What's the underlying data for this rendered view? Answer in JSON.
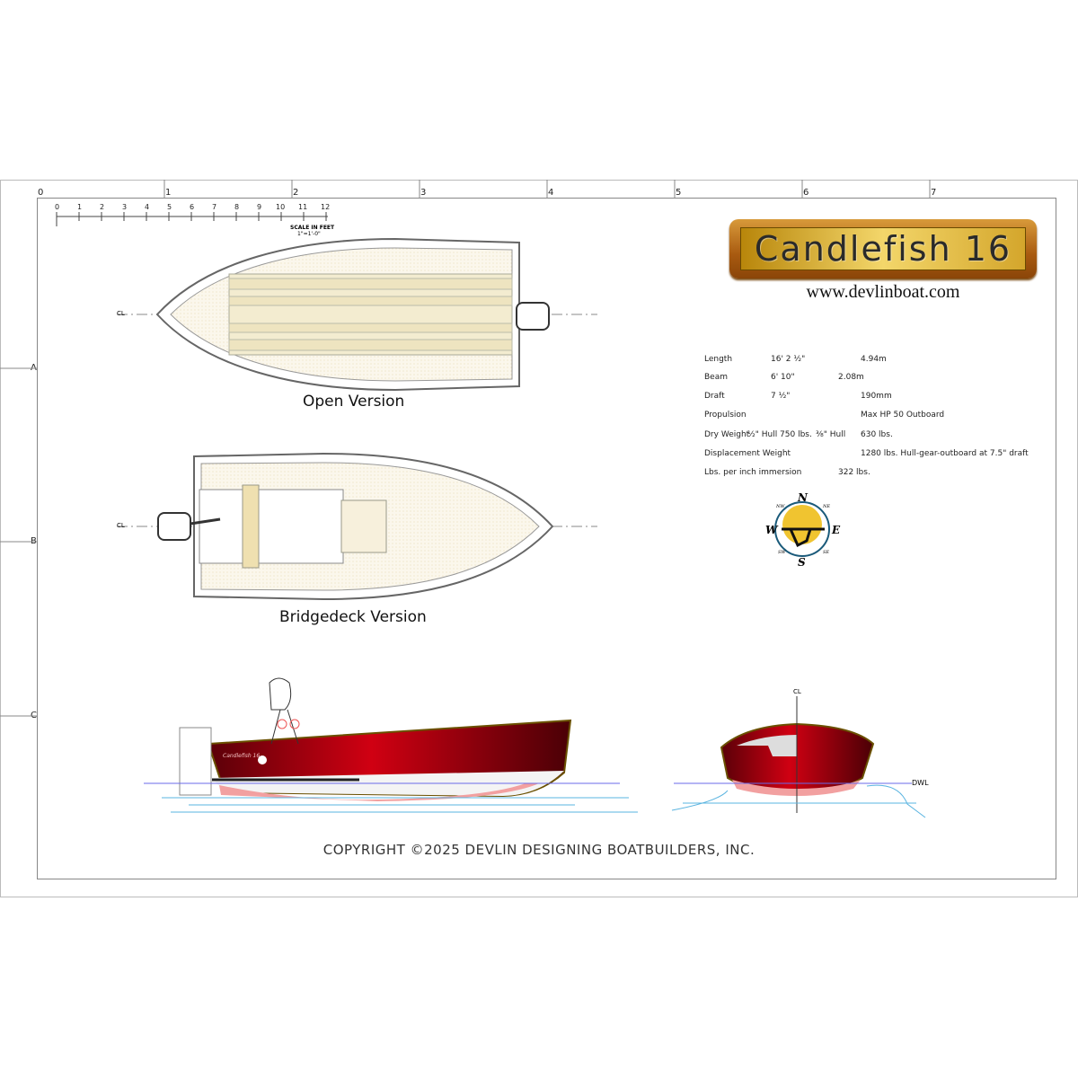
{
  "ruler_top": {
    "labels": [
      "0",
      "1",
      "2",
      "3",
      "4",
      "5",
      "6",
      "7"
    ]
  },
  "ruler_left": {
    "labels": [
      "A",
      "B",
      "C"
    ]
  },
  "scale": {
    "ticks": [
      "0",
      "1",
      "2",
      "3",
      "4",
      "5",
      "6",
      "7",
      "8",
      "9",
      "10",
      "11",
      "12"
    ],
    "title": "SCALE IN FEET",
    "ratio": "1\"=1'-0\""
  },
  "title": "Candlefish 16",
  "url": "www.devlinboat.com",
  "specs": [
    {
      "label": "Length",
      "imperial": "16' 2 ½\"",
      "metric": "4.94m"
    },
    {
      "label": "Beam",
      "imperial": "6' 10\"",
      "metric": "2.08m"
    },
    {
      "label": "Draft",
      "imperial": "7 ½\"",
      "metric": "190mm"
    },
    {
      "label": "Propulsion",
      "imperial": "",
      "metric": "Max HP 50 Outboard"
    },
    {
      "label": "Dry Weight",
      "imperial": "½\" Hull 750 lbs.",
      "mid": "⅜\" Hull",
      "metric": "630 lbs."
    },
    {
      "label": "Displacement Weight",
      "imperial": "",
      "metric": "1280 lbs. Hull-gear-outboard at 7.5\" draft"
    },
    {
      "label": "Lbs. per inch immersion",
      "imperial": "322 lbs.",
      "metric": ""
    }
  ],
  "compass": {
    "n": "N",
    "s": "S",
    "e": "E",
    "w": "W",
    "ne": "NE",
    "nw": "NW",
    "se": "SE",
    "sw": "SW"
  },
  "views": {
    "open": "Open Version",
    "bridgedeck": "Bridgedeck Version",
    "centerline": "CL",
    "dwl": "DWL",
    "hull_name": "Candlefish 16"
  },
  "copyright": "COPYRIGHT  ©2025 DEVLIN DESIGNING BOATBUILDERS, INC.",
  "colors": {
    "hull_red": "#c00010",
    "gold": "#d4a62c",
    "water": "#5ab4e0"
  }
}
